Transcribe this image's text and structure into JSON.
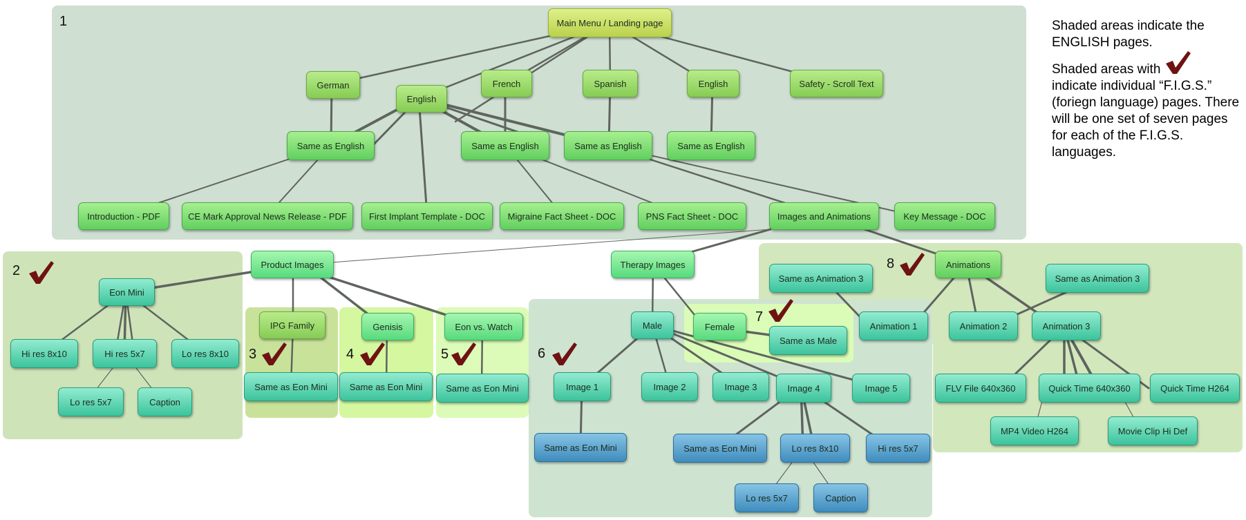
{
  "regions": [
    {
      "id": "r1",
      "number": "1",
      "checked": false,
      "color": "#cfdfd2"
    },
    {
      "id": "r2",
      "number": "2",
      "checked": true,
      "color": "#cfe3b9"
    },
    {
      "id": "r3",
      "number": "3",
      "checked": true,
      "color": "#c9e29a"
    },
    {
      "id": "r4",
      "number": "4",
      "checked": true,
      "color": "#d4f7a0"
    },
    {
      "id": "r5",
      "number": "5",
      "checked": true,
      "color": "#dcfbb8"
    },
    {
      "id": "r6",
      "number": "6",
      "checked": true,
      "color": "#cfe3d1"
    },
    {
      "id": "r7",
      "number": "7",
      "checked": true,
      "color": "#dafcb6"
    },
    {
      "id": "r8",
      "number": "8",
      "checked": true,
      "color": "#d3e7bd"
    }
  ],
  "check_color": "#6e1212",
  "nodes": {
    "main_menu": "Main Menu / Landing page",
    "german": "German",
    "english_left": "English",
    "french": "French",
    "spanish": "Spanish",
    "english_right": "English",
    "safety": "Safety - Scroll Text",
    "same_en_1": "Same as English",
    "same_en_2": "Same as English",
    "same_en_3": "Same as English",
    "same_en_4": "Same as English",
    "introduction": "Introduction - PDF",
    "ce_mark": "CE Mark Approval News Release - PDF",
    "first_implant": "First Implant Template - DOC",
    "migraine": "Migraine Fact Sheet - DOC",
    "pns": "PNS Fact Sheet - DOC",
    "images_anim": "Images and Animations",
    "key_message": "Key Message - DOC",
    "product_images": "Product Images",
    "eon_mini": "Eon Mini",
    "hi_8x10": "Hi res 8x10",
    "hi_5x7": "Hi res 5x7",
    "lo_8x10": "Lo res 8x10",
    "lo_5x7": "Lo res 5x7",
    "caption": "Caption",
    "ipg": "IPG Family",
    "same_eon_1": "Same as Eon Mini",
    "genisis": "Genisis",
    "same_eon_2": "Same as Eon Mini",
    "eon_watch": "Eon vs. Watch",
    "same_eon_3": "Same as Eon Mini",
    "therapy": "Therapy Images",
    "male": "Male",
    "female": "Female",
    "same_male": "Same as Male",
    "image1": "Image 1",
    "image2": "Image 2",
    "image3": "Image 3",
    "image4": "Image 4",
    "image5": "Image 5",
    "same_eon_4": "Same as Eon Mini",
    "same_eon_5": "Same as Eon Mini",
    "lo_8x10_b": "Lo res 8x10",
    "hi_5x7_b": "Hi res 5x7",
    "lo_5x7_b": "Lo res 5x7",
    "caption_b": "Caption",
    "animations": "Animations",
    "same_anim3_a": "Same as Animation 3",
    "same_anim3_b": "Same as Animation 3",
    "anim1": "Animation 1",
    "anim2": "Animation 2",
    "anim3": "Animation 3",
    "flv": "FLV File 640x360",
    "qt640": "Quick Time 640x360",
    "qt264": "Quick Time H264",
    "mp4": "MP4 Video H264",
    "movie": "Movie Clip Hi Def"
  },
  "notes": {
    "line1": "Shaded areas indicate the ENGLISH pages.",
    "line2_before": "Shaded areas with",
    "line2_after": "indicate individual “F.I.G.S.” (foriegn language) pages. There will be one set of seven pages for each of the F.I.G.S. languages."
  }
}
